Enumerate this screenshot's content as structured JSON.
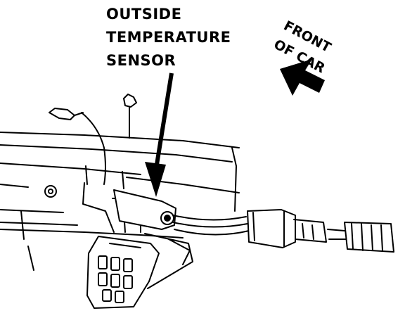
{
  "diagram": {
    "callout": {
      "line1": "OUTSIDE",
      "line2": "TEMPERATURE",
      "line3": "SENSOR"
    },
    "direction": {
      "line1": "FRONT",
      "line2": "OF CAR"
    },
    "colors": {
      "ink": "#000000",
      "paper": "#ffffff"
    }
  }
}
